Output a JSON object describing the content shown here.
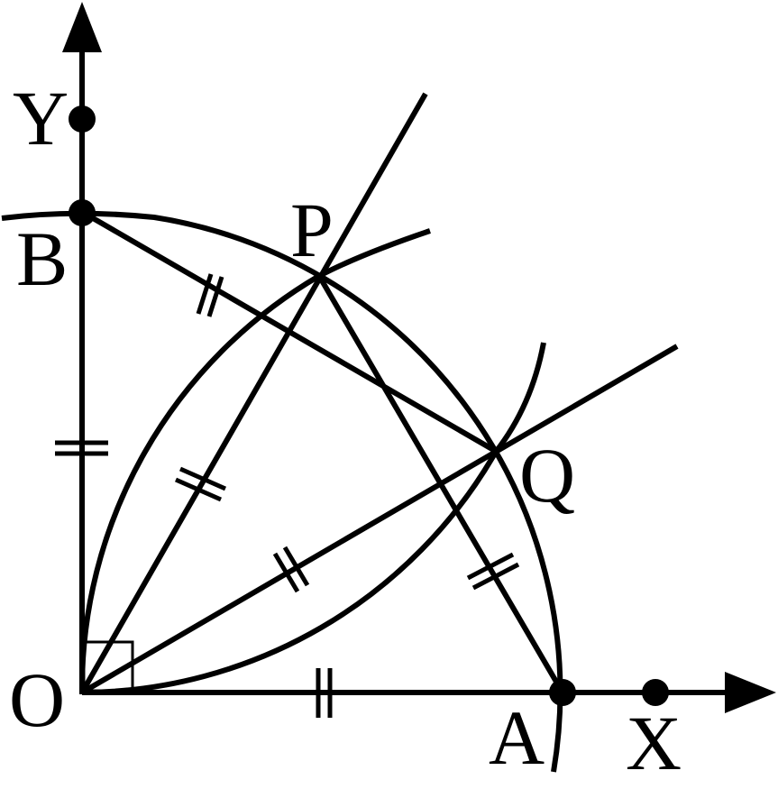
{
  "points": {
    "O": "O",
    "A": "A",
    "B": "B",
    "P": "P",
    "Q": "Q",
    "X": "X",
    "Y": "Y"
  },
  "colors": {
    "ink": "#000000",
    "background": "#ffffff"
  }
}
